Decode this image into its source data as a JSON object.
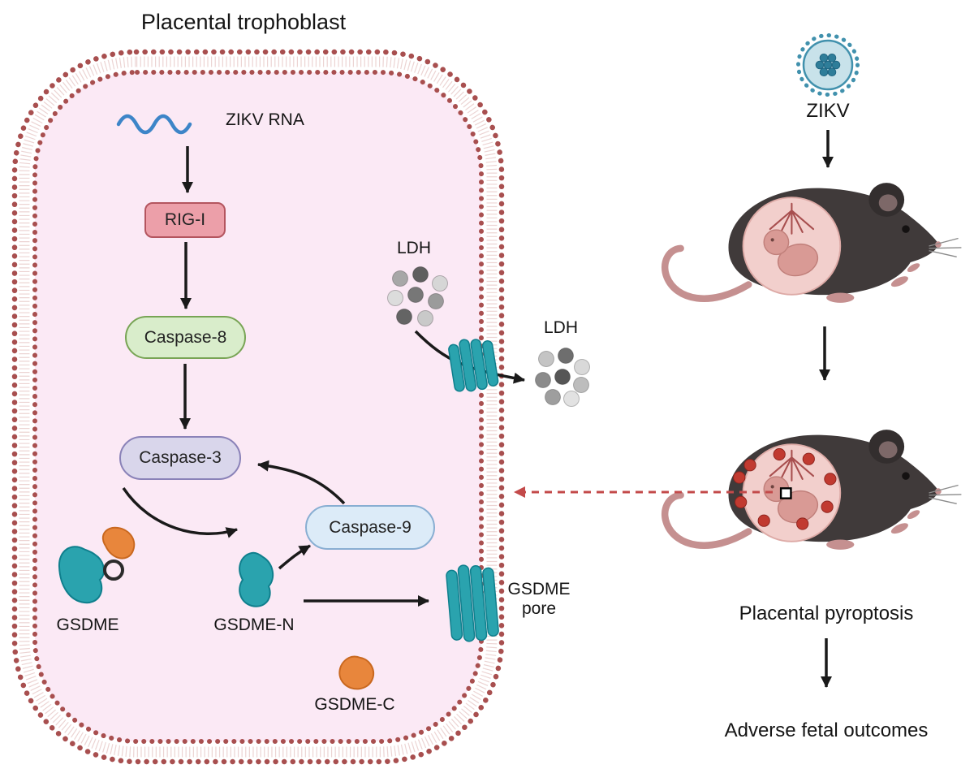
{
  "diagram": {
    "cell": {
      "title": "Placental trophoblast",
      "zikv_rna_label": "ZIKV RNA",
      "nodes": {
        "rig_i": "RIG-I",
        "caspase8": "Caspase-8",
        "caspase3": "Caspase-3",
        "caspase9": "Caspase-9"
      },
      "molecules": {
        "gsdme": "GSDME",
        "gsdme_n": "GSDME-N",
        "gsdme_c": "GSDME-C"
      },
      "ldh_inside": "LDH",
      "ldh_outside": "LDH",
      "pore": {
        "line1": "GSDME",
        "line2": "pore"
      }
    },
    "right": {
      "virus_label": "ZIKV",
      "pyroptosis_label": "Placental pyroptosis",
      "outcome_label": "Adverse fetal outcomes"
    },
    "colors": {
      "membrane_dots": "#a84f4f",
      "cytoplasm": "#fbe9f5",
      "rig_i_fill": "#ec9fa9",
      "caspase8_fill": "#d9edcb",
      "caspase3_fill": "#d9d6eb",
      "caspase9_fill": "#dcebf8",
      "teal": "#2aa3ae",
      "orange": "#e8863c",
      "arrow_black": "#1a1a1a",
      "arrow_red_dashed": "#c34a4a",
      "rna_blue": "#3d85c8",
      "mouse_body": "#403a3a",
      "mouse_pink": "#c59090"
    }
  }
}
